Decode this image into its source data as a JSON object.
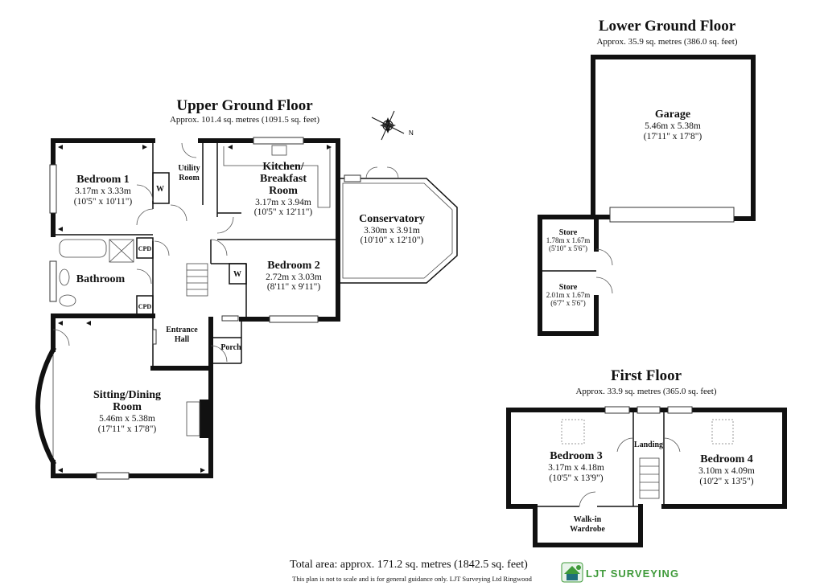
{
  "floors": {
    "upper": {
      "title": "Upper Ground Floor",
      "area": "Approx. 101.4 sq. metres (1091.5 sq. feet)"
    },
    "lower": {
      "title": "Lower Ground Floor",
      "area": "Approx. 35.9 sq. metres (386.0 sq. feet)"
    },
    "first": {
      "title": "First Floor",
      "area": "Approx. 33.9 sq. metres (365.0 sq. feet)"
    }
  },
  "rooms": {
    "bedroom1": {
      "name": "Bedroom 1",
      "dims": "3.17m x 3.33m",
      "imperial": "(10'5\" x 10'11\")"
    },
    "utility": {
      "line1": "Utility",
      "line2": "Room"
    },
    "kitchen": {
      "line1": "Kitchen/",
      "line2": "Breakfast",
      "line3": "Room",
      "dims": "3.17m x 3.94m",
      "imperial": "(10'5\" x 12'11\")"
    },
    "conservatory": {
      "name": "Conservatory",
      "dims": "3.30m x 3.91m",
      "imperial": "(10'10\" x 12'10\")"
    },
    "bathroom": {
      "name": "Bathroom"
    },
    "bedroom2": {
      "name": "Bedroom 2",
      "dims": "2.72m x 3.03m",
      "imperial": "(8'11\" x 9'11\")"
    },
    "entrance": {
      "line1": "Entrance",
      "line2": "Hall"
    },
    "porch": {
      "name": "Porch"
    },
    "sitting": {
      "line1": "Sitting/Dining",
      "line2": "Room",
      "dims": "5.46m x 5.38m",
      "imperial": "(17'11\" x 17'8\")"
    },
    "garage": {
      "name": "Garage",
      "dims": "5.46m x 5.38m",
      "imperial": "(17'11\" x 17'8\")"
    },
    "store1": {
      "name": "Store",
      "dims": "1.78m x 1.67m",
      "imperial": "(5'10\" x 5'6\")"
    },
    "store2": {
      "name": "Store",
      "dims": "2.01m x 1.67m",
      "imperial": "(6'7\" x 5'6\")"
    },
    "bedroom3": {
      "name": "Bedroom 3",
      "dims": "3.17m x 4.18m",
      "imperial": "(10'5\" x 13'9\")"
    },
    "bedroom4": {
      "name": "Bedroom 4",
      "dims": "3.10m x 4.09m",
      "imperial": "(10'2\" x 13'5\")"
    },
    "landing": {
      "name": "Landing"
    },
    "wardrobe": {
      "line1": "Walk-in",
      "line2": "Wardrobe"
    }
  },
  "labels": {
    "w": "W",
    "cpd": "CPD",
    "compass_n": "N"
  },
  "footer": {
    "total": "Total area: approx. 171.2 sq. metres (1842.5 sq. feet)",
    "disclaimer": "This plan is not to scale and is for general guidance only. LJT Surveying Ltd Ringwood",
    "logo_text": "LJT SURVEYING"
  },
  "colors": {
    "wall": "#111111",
    "logo_green": "#3f9a3a",
    "logo_teal": "#1f6f7a"
  }
}
